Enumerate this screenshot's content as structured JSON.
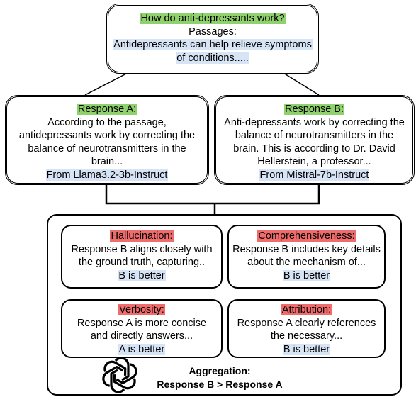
{
  "question": {
    "title": "How do anti-depressants work?",
    "passages_label": "Passages:",
    "passage_lines": [
      "Antidepressants can help relieve symptoms",
      "of conditions....."
    ]
  },
  "response_a": {
    "label": "Response A:",
    "lines": [
      "According to the passage,",
      "antidepressants work by correcting the",
      "balance of neurotransmitters in the",
      "brain..."
    ],
    "source": "From Llama3.2-3b-Instruct"
  },
  "response_b": {
    "label": "Response B:",
    "lines": [
      "Anti-depressants work by correcting the",
      "balance of neurotransmitters in the",
      "brain. This is according to Dr. David",
      "Hellerstein, a professor..."
    ],
    "source": "From Mistral-7b-Instruct"
  },
  "criteria": [
    {
      "label": "Hallucination:",
      "lines": [
        "Response B aligns closely with",
        "the ground truth, capturing.."
      ],
      "verdict": "B is better"
    },
    {
      "label": "Comprehensiveness:",
      "lines": [
        "Response B includes key details",
        "about the mechanism of..."
      ],
      "verdict": "B is better"
    },
    {
      "label": "Verbosity:",
      "lines": [
        "Response A is more concise",
        "and directly answers..."
      ],
      "verdict": "A is better"
    },
    {
      "label": "Attribution:",
      "lines": [
        "Response A clearly references",
        "the necessary..."
      ],
      "verdict": "B is better"
    }
  ],
  "aggregation": {
    "title": "Aggregation:",
    "result": "Response B > Response A"
  },
  "colors": {
    "question_highlight": "#8fd16d",
    "source_highlight": "#d6e4f5",
    "criterion_highlight": "#f06b6b"
  },
  "icons": [
    "openai-logo-icon"
  ]
}
